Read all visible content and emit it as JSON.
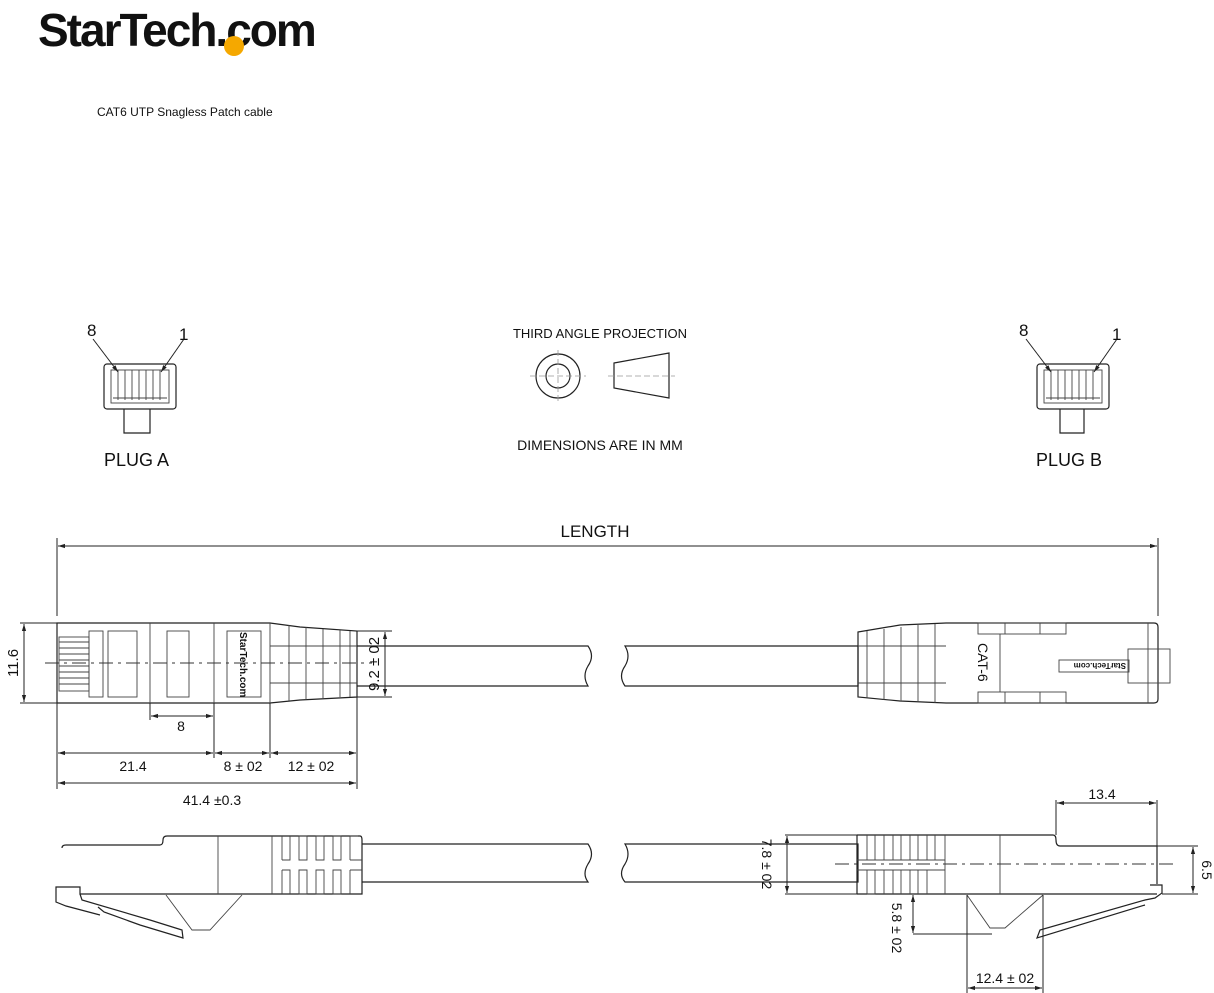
{
  "logo": {
    "text": "StarTech.com",
    "accent_color": "#f5a800"
  },
  "title": "CAT6 UTP Snagless Patch cable",
  "projection": {
    "label": "THIRD ANGLE PROJECTION",
    "units_note": "DIMENSIONS ARE IN MM"
  },
  "plug_a": {
    "label": "PLUG A",
    "pin_left": "8",
    "pin_right": "1"
  },
  "plug_b": {
    "label": "PLUG B",
    "pin_left": "8",
    "pin_right": "1"
  },
  "dimensions": {
    "length": "LENGTH",
    "height_plug": "11.6",
    "boot_height": "9.2 ± 02",
    "window": "8",
    "plug_body": "21.4",
    "collar": "8 ± 02",
    "boot": "12 ± 02",
    "total": "41.4 ±0.3",
    "latch_length": "13.4",
    "plug_side_height": "6.5",
    "boot_side_height": "7.8 ± 02",
    "crimp_depth": "5.8 ± 02",
    "crimp_width": "12.4 ± 02"
  },
  "markings": {
    "boot_logo": "StarTech.com",
    "cable_type": "CAT-6",
    "latch_logo": "StarTech.com"
  }
}
